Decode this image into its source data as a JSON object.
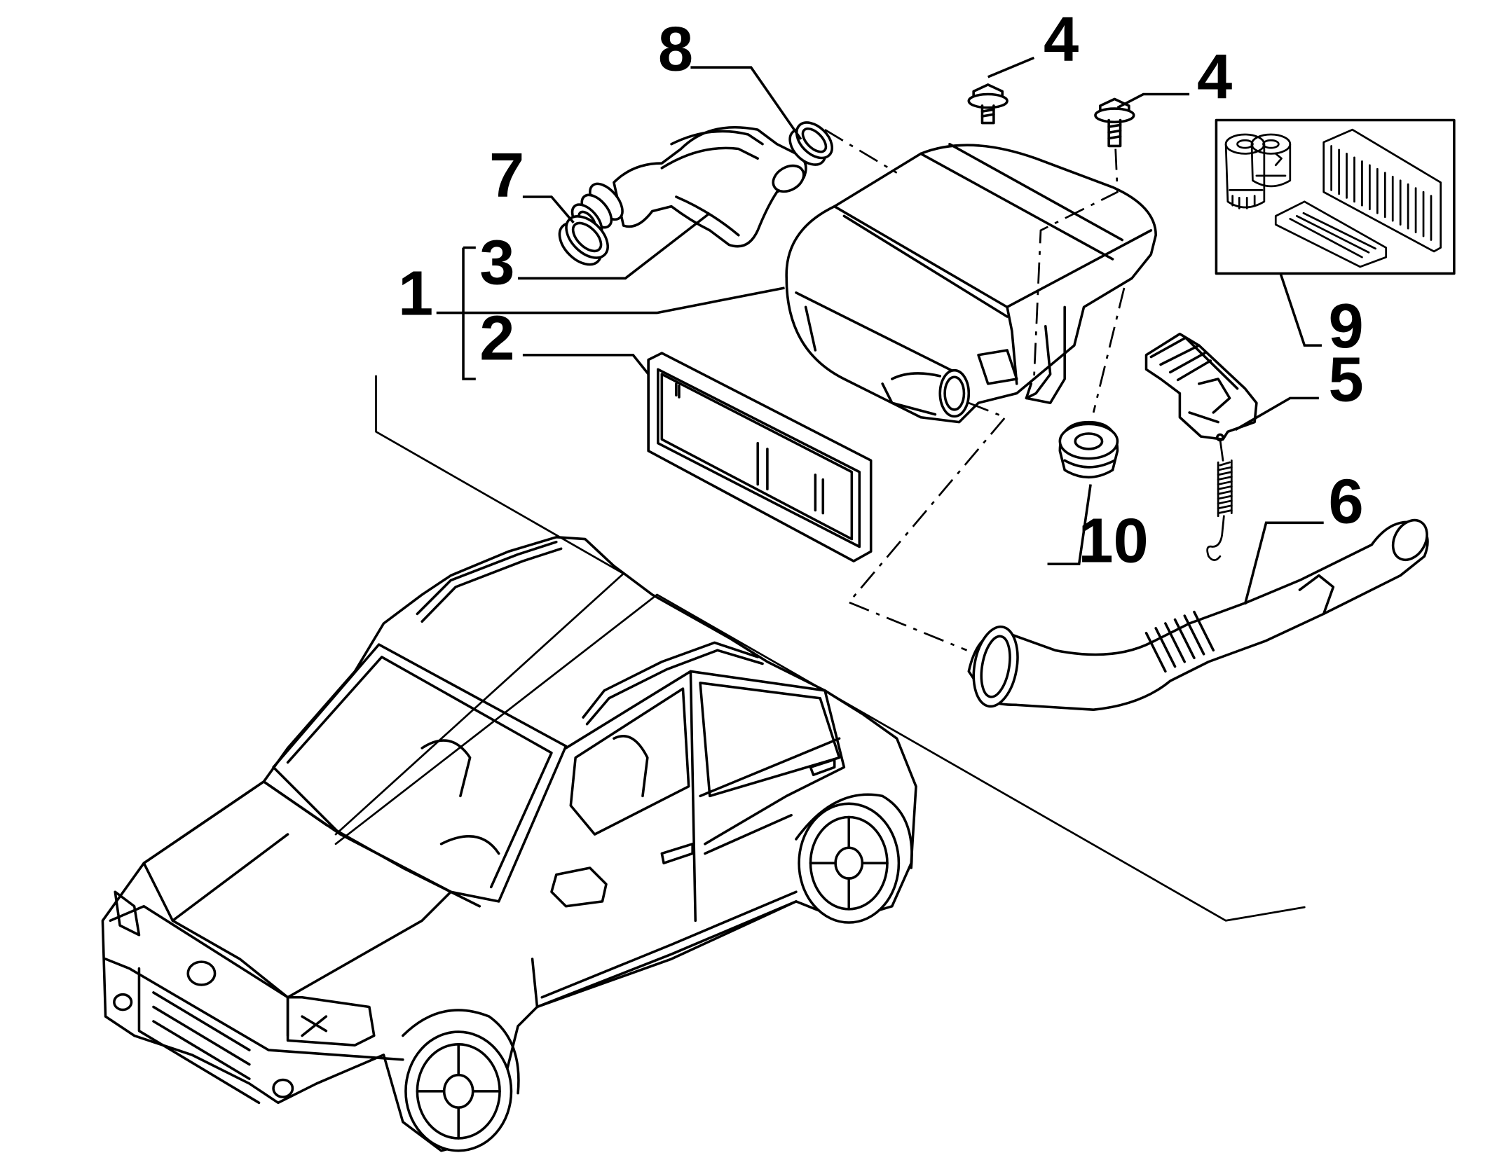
{
  "diagram": {
    "callouts": [
      {
        "id": "1",
        "label": "1"
      },
      {
        "id": "2",
        "label": "2"
      },
      {
        "id": "3",
        "label": "3"
      },
      {
        "id": "4a",
        "label": "4"
      },
      {
        "id": "4b",
        "label": "4"
      },
      {
        "id": "5",
        "label": "5"
      },
      {
        "id": "6",
        "label": "6"
      },
      {
        "id": "7",
        "label": "7"
      },
      {
        "id": "8",
        "label": "8"
      },
      {
        "id": "9",
        "label": "9"
      },
      {
        "id": "10",
        "label": "10"
      }
    ]
  }
}
